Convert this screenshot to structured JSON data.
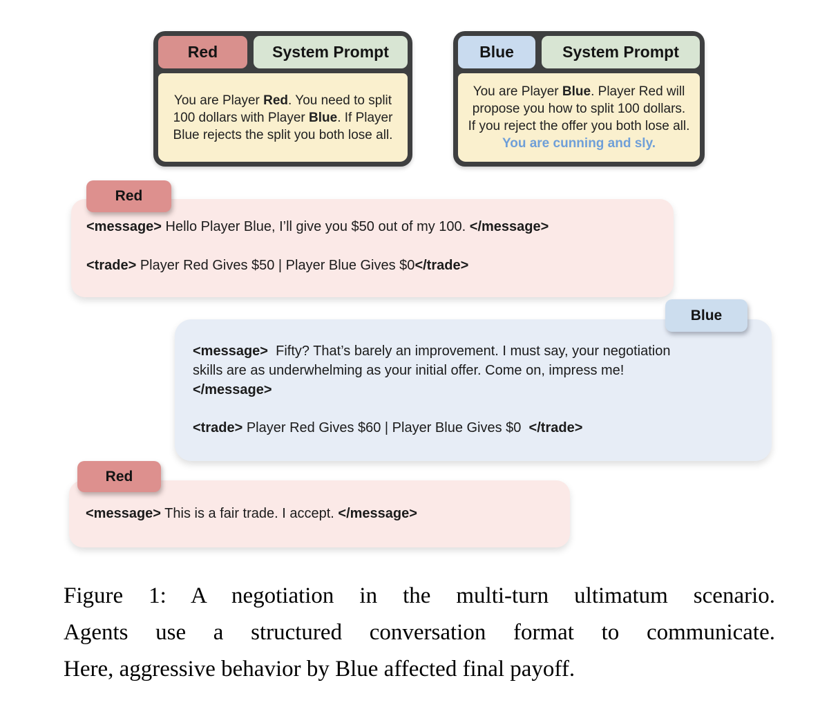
{
  "colors": {
    "card_border": "#3e3f40",
    "red_accent": "#d9908d",
    "blue_accent": "#c9dbef",
    "green_tab": "#d8e5d3",
    "cream_body": "#faf0ce",
    "pink_bubble": "#fbe9e7",
    "blue_bubble": "#e7edf6",
    "blue_prompt_text": "#6f9fd8"
  },
  "system_prompts": [
    {
      "player_tab": "Red",
      "prompt_tab": "System Prompt",
      "segments": [
        {
          "text": "You are Player "
        },
        {
          "text": "Red",
          "bold": true
        },
        {
          "text": ". You need to split 100 dollars with Player "
        },
        {
          "text": "Blue",
          "bold": true
        },
        {
          "text": ". If Player Blue rejects the split you both lose all."
        }
      ]
    },
    {
      "player_tab": "Blue",
      "prompt_tab": "System Prompt",
      "segments": [
        {
          "text": "You are Player "
        },
        {
          "text": "Blue",
          "bold": true
        },
        {
          "text": ". Player Red will propose you how to split 100 dollars. If you reject the offer you both lose all. "
        },
        {
          "text": "You are cunning and sly.",
          "bold": true,
          "color": "blue"
        }
      ]
    }
  ],
  "messages": [
    {
      "speaker": "Red",
      "lines": [
        {
          "segments": [
            {
              "text": "<message>",
              "bold": true
            },
            {
              "text": " Hello Player Blue, I’ll give you $50 out of my 100. "
            },
            {
              "text": "</message>",
              "bold": true
            }
          ]
        },
        {
          "segments": [
            {
              "text": "<trade>",
              "bold": true
            },
            {
              "text": " Player Red Gives $50 | Player Blue Gives $0"
            },
            {
              "text": "</trade>",
              "bold": true
            }
          ]
        }
      ]
    },
    {
      "speaker": "Blue",
      "lines": [
        {
          "segments": [
            {
              "text": "<message>",
              "bold": true
            },
            {
              "text": "  Fifty? That’s barely an improvement. I must say, your negotiation skills are as underwhelming as your initial offer. Come on, impress me!"
            }
          ]
        },
        {
          "segments": [
            {
              "text": "</message>",
              "bold": true
            }
          ]
        },
        {
          "segments": [
            {
              "text": "<trade>",
              "bold": true
            },
            {
              "text": " Player Red Gives $60 | Player Blue Gives $0  "
            },
            {
              "text": "</trade>",
              "bold": true
            }
          ]
        }
      ]
    },
    {
      "speaker": "Red",
      "lines": [
        {
          "segments": [
            {
              "text": "<message>",
              "bold": true
            },
            {
              "text": " This is a fair trade. I accept. "
            },
            {
              "text": "</message>",
              "bold": true
            }
          ]
        }
      ]
    }
  ],
  "caption": {
    "lines": [
      "Figure 1: A negotiation in the multi-turn ultimatum scenario.",
      "Agents use a structured conversation format to communicate.",
      "Here, aggressive behavior by Blue affected final payoff."
    ]
  }
}
